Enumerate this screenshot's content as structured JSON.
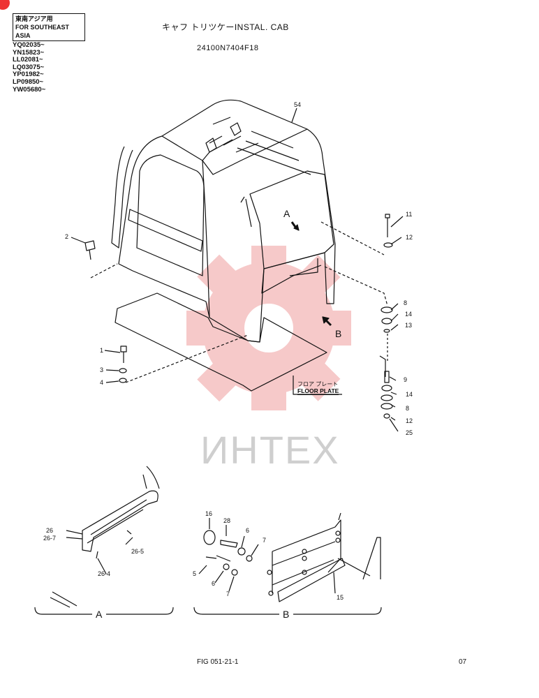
{
  "header": {
    "region_jp": "東南アジア用",
    "region_en": "FOR SOUTHEAST ASIA",
    "serials": [
      "YQ02035~",
      "YN15823~",
      "LL02081~",
      "LQ03075~",
      "YP01982~",
      "LP09850~",
      "YW05680~"
    ],
    "title": "キャフ トリツケーINSTAL. CAB",
    "part_number": "24100N7404F18"
  },
  "watermark": "ИНТЕХ",
  "floor_plate": {
    "label_jp": "フロア プレート",
    "label_en": "FLOOR PLATE"
  },
  "view_markers": {
    "arrow_a": "A",
    "arrow_b": "B"
  },
  "callouts": {
    "c54": "54",
    "c2": "2",
    "c11": "11",
    "c12a": "12",
    "c8a": "8",
    "c14a": "14",
    "c13": "13",
    "c1": "1",
    "c3": "3",
    "c4": "4",
    "c9": "9",
    "c14b": "14",
    "c8b": "8",
    "c12b": "12",
    "c25": "25",
    "c26": "26",
    "c26_7": "26-7",
    "c26_5": "26-5",
    "c26_4": "26-4",
    "c16": "16",
    "c28": "28",
    "c6a": "6",
    "c7a": "7",
    "c5": "5",
    "c6b": "6",
    "c7b": "7",
    "c15": "15"
  },
  "detail_labels": {
    "a": "A",
    "b": "B"
  },
  "footer": {
    "figure": "FIG 051-21-1",
    "page": "07"
  },
  "colors": {
    "watermark_gear": "#f6c9c9",
    "watermark_text": "#cfcfcf",
    "line": "#111111",
    "corner_badge": "#e33333"
  }
}
